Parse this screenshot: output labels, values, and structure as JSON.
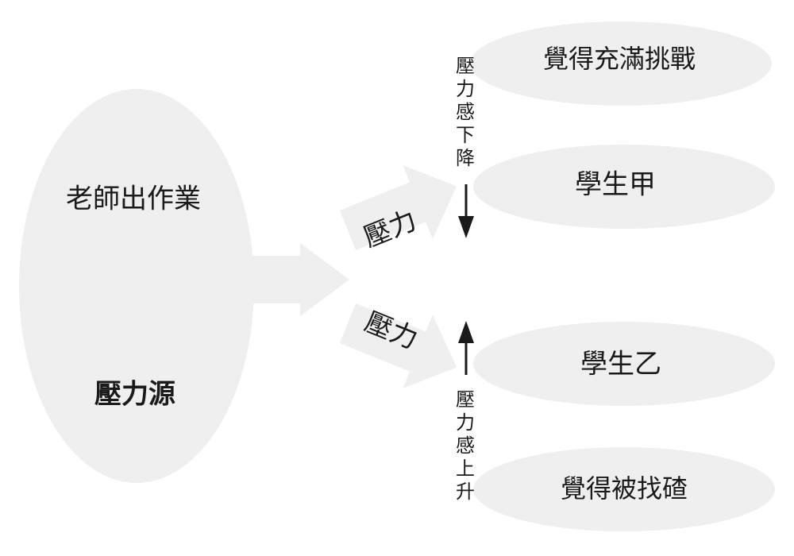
{
  "colors": {
    "shape_fill": "#efefef",
    "text": "#1a1a1a",
    "arrow_line": "#1a1a1a",
    "background": "#ffffff"
  },
  "source": {
    "line1": "老師出作業",
    "line2": "壓力源"
  },
  "pressure_arrows": {
    "upper_label": "壓力",
    "lower_label": "壓力"
  },
  "students": {
    "a": "學生甲",
    "b": "學生乙"
  },
  "feelings": {
    "top": "覺得充滿挑戰",
    "bottom": "覺得被找碴"
  },
  "effects": {
    "down": [
      "壓",
      "力",
      "感",
      "下",
      "降"
    ],
    "up": [
      "壓",
      "力",
      "感",
      "上",
      "升"
    ]
  }
}
